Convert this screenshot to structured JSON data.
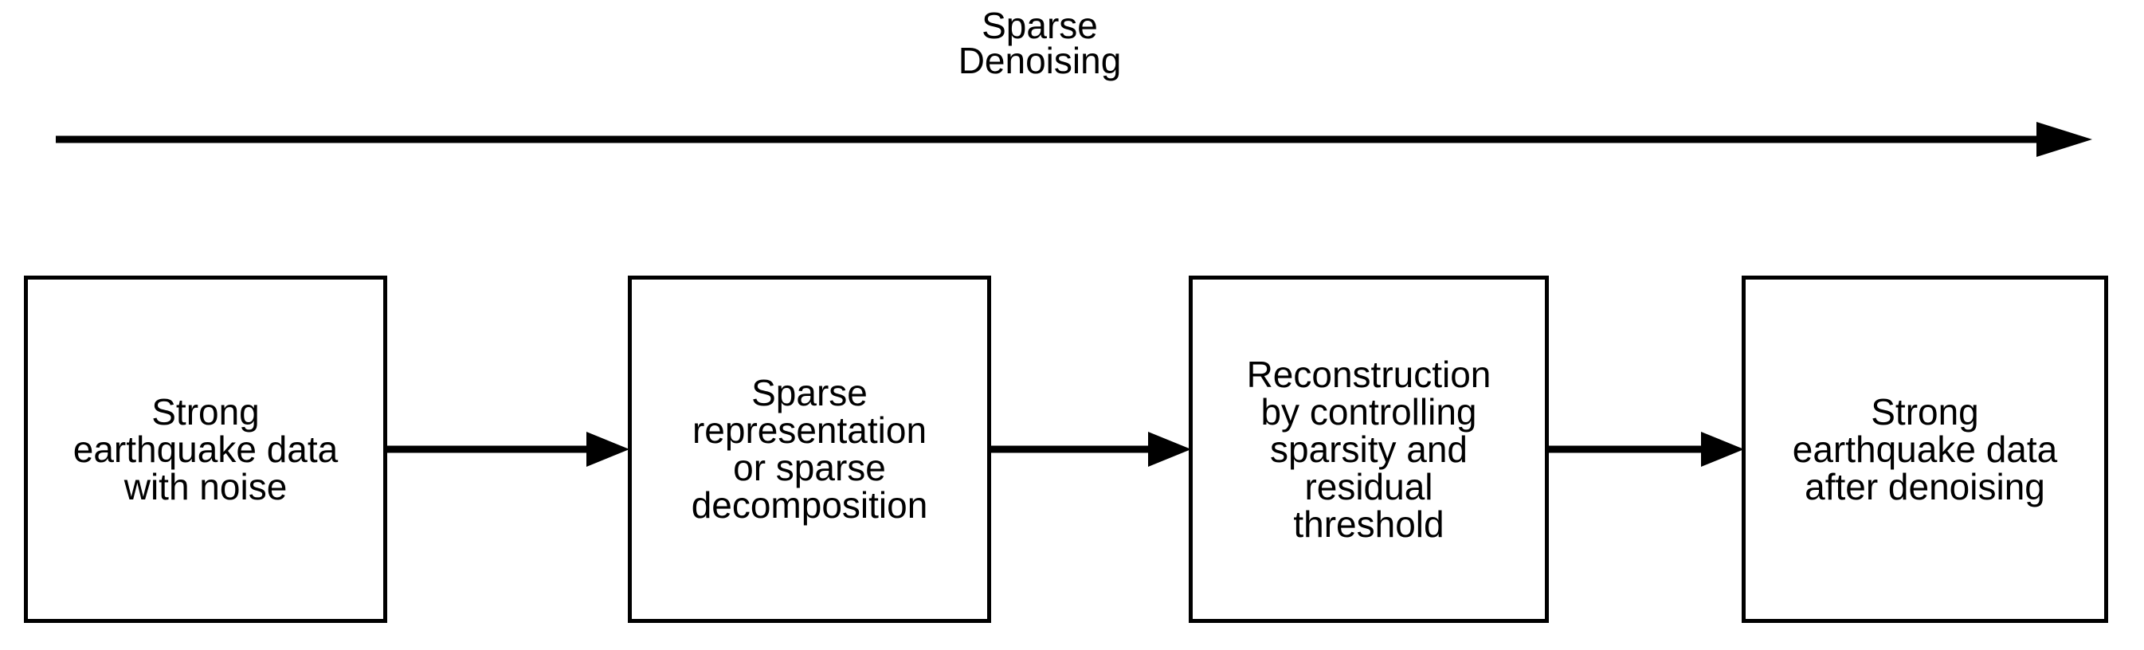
{
  "figure": {
    "type": "flowchart",
    "orientation": "left-to-right",
    "background_color": "#ffffff",
    "stroke_color": "#000000",
    "title": "Sparse\nDenoising",
    "title_lines": [
      "Sparse",
      "Denoising"
    ]
  },
  "process_arrow": {
    "name": "sparse-denoising-pipeline-arrow",
    "label": "Sparse Denoising",
    "direction": "right"
  },
  "nodes": [
    {
      "id": "input-noisy-data",
      "index": 1,
      "text": "Strong\nearthquake data\nwith noise",
      "lines": [
        "Strong",
        "earthquake data",
        "with noise"
      ]
    },
    {
      "id": "sparse-representation",
      "index": 2,
      "text": "Sparse\nrepresentation\nor sparse\ndecomposition",
      "lines": [
        "Sparse",
        "representation",
        "or sparse",
        "decomposition"
      ]
    },
    {
      "id": "reconstruction",
      "index": 3,
      "text": "Reconstruction\nby controlling\nsparsity and\nresidual\nthreshold",
      "lines": [
        "Reconstruction",
        "by controlling",
        "sparsity and",
        "residual",
        "threshold"
      ]
    },
    {
      "id": "output-denoised-data",
      "index": 4,
      "text": "Strong\nearthquake data\nafter denoising",
      "lines": [
        "Strong",
        "earthquake data",
        "after denoising"
      ]
    }
  ],
  "connectors": [
    {
      "id": "connector-1",
      "from": "input-noisy-data",
      "to": "sparse-representation",
      "direction": "right"
    },
    {
      "id": "connector-2",
      "from": "sparse-representation",
      "to": "reconstruction",
      "direction": "right"
    },
    {
      "id": "connector-3",
      "from": "reconstruction",
      "to": "output-denoised-data",
      "direction": "right"
    }
  ]
}
